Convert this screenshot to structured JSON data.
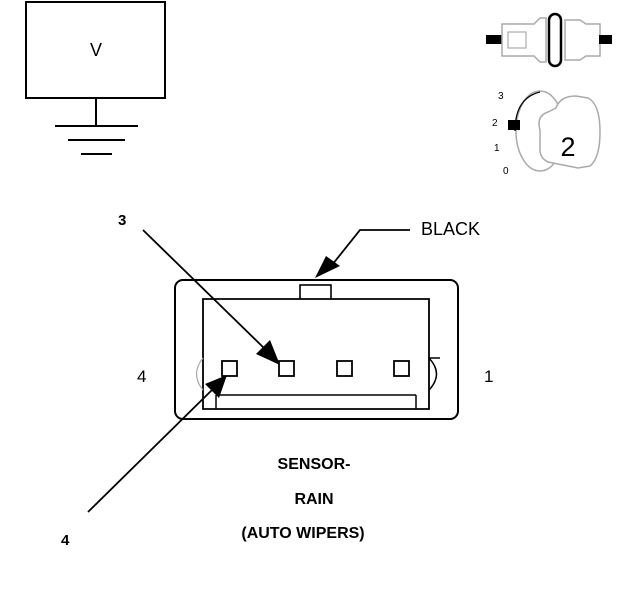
{
  "voltmeter": {
    "symbol": "V"
  },
  "ignition_switch": {
    "positions": [
      "3",
      "2",
      "1",
      "0"
    ],
    "selected": "2"
  },
  "connector": {
    "color_callout": "BLACK",
    "pin_callouts": [
      "3",
      "4"
    ],
    "end_labels": {
      "left": "4",
      "right": "1"
    }
  },
  "caption": {
    "line1": "SENSOR-",
    "line2": "RAIN",
    "line3": "(AUTO WIPERS)"
  }
}
